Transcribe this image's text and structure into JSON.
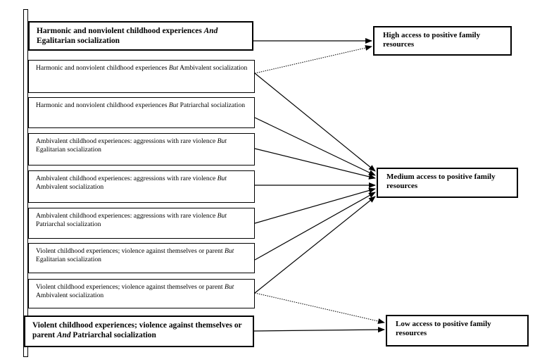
{
  "inputs": [
    {
      "pre": "Harmonic and nonviolent childhood experiences ",
      "conj": "And",
      "post": " Egalitarian socialization",
      "bold": true
    },
    {
      "pre": "Harmonic and nonviolent childhood experiences ",
      "conj": "But",
      "post": " Ambivalent socialization",
      "bold": false
    },
    {
      "pre": "Harmonic and nonviolent childhood experiences ",
      "conj": "But",
      "post": " Patriarchal socialization",
      "bold": false
    },
    {
      "pre": "Ambivalent childhood experiences: aggressions with rare violence ",
      "conj": "But",
      "post": " Egalitarian socialization",
      "bold": false
    },
    {
      "pre": "Ambivalent childhood experiences: aggressions with rare violence ",
      "conj": "But",
      "post": " Ambivalent socialization",
      "bold": false
    },
    {
      "pre": "Ambivalent childhood experiences: aggressions with rare violence ",
      "conj": "But",
      "post": " Patriarchal socialization",
      "bold": false
    },
    {
      "pre": "Violent childhood experiences; violence against themselves or parent ",
      "conj": "But",
      "post": " Egalitarian socialization",
      "bold": false
    },
    {
      "pre": "Violent childhood experiences; violence against themselves or parent ",
      "conj": "But",
      "post": " Ambivalent socialization",
      "bold": false
    },
    {
      "pre": "Violent childhood experiences; violence against themselves or parent ",
      "conj": "And",
      "post": " Patriarchal socialization",
      "bold": true
    }
  ],
  "outcomes": [
    {
      "label": "High access to positive family resources"
    },
    {
      "label": "Medium access to positive family resources"
    },
    {
      "label": "Low access to positive family resources"
    }
  ],
  "links": [
    {
      "from": 0,
      "to": 0,
      "style": "solid"
    },
    {
      "from": 1,
      "to": 0,
      "style": "dotted"
    },
    {
      "from": 1,
      "to": 1,
      "style": "solid"
    },
    {
      "from": 2,
      "to": 1,
      "style": "solid"
    },
    {
      "from": 3,
      "to": 1,
      "style": "solid"
    },
    {
      "from": 4,
      "to": 1,
      "style": "solid"
    },
    {
      "from": 5,
      "to": 1,
      "style": "solid"
    },
    {
      "from": 6,
      "to": 1,
      "style": "solid"
    },
    {
      "from": 7,
      "to": 1,
      "style": "solid"
    },
    {
      "from": 7,
      "to": 2,
      "style": "dotted"
    },
    {
      "from": 8,
      "to": 2,
      "style": "solid"
    }
  ],
  "colors": {
    "line": "#000000",
    "background": "#ffffff"
  }
}
